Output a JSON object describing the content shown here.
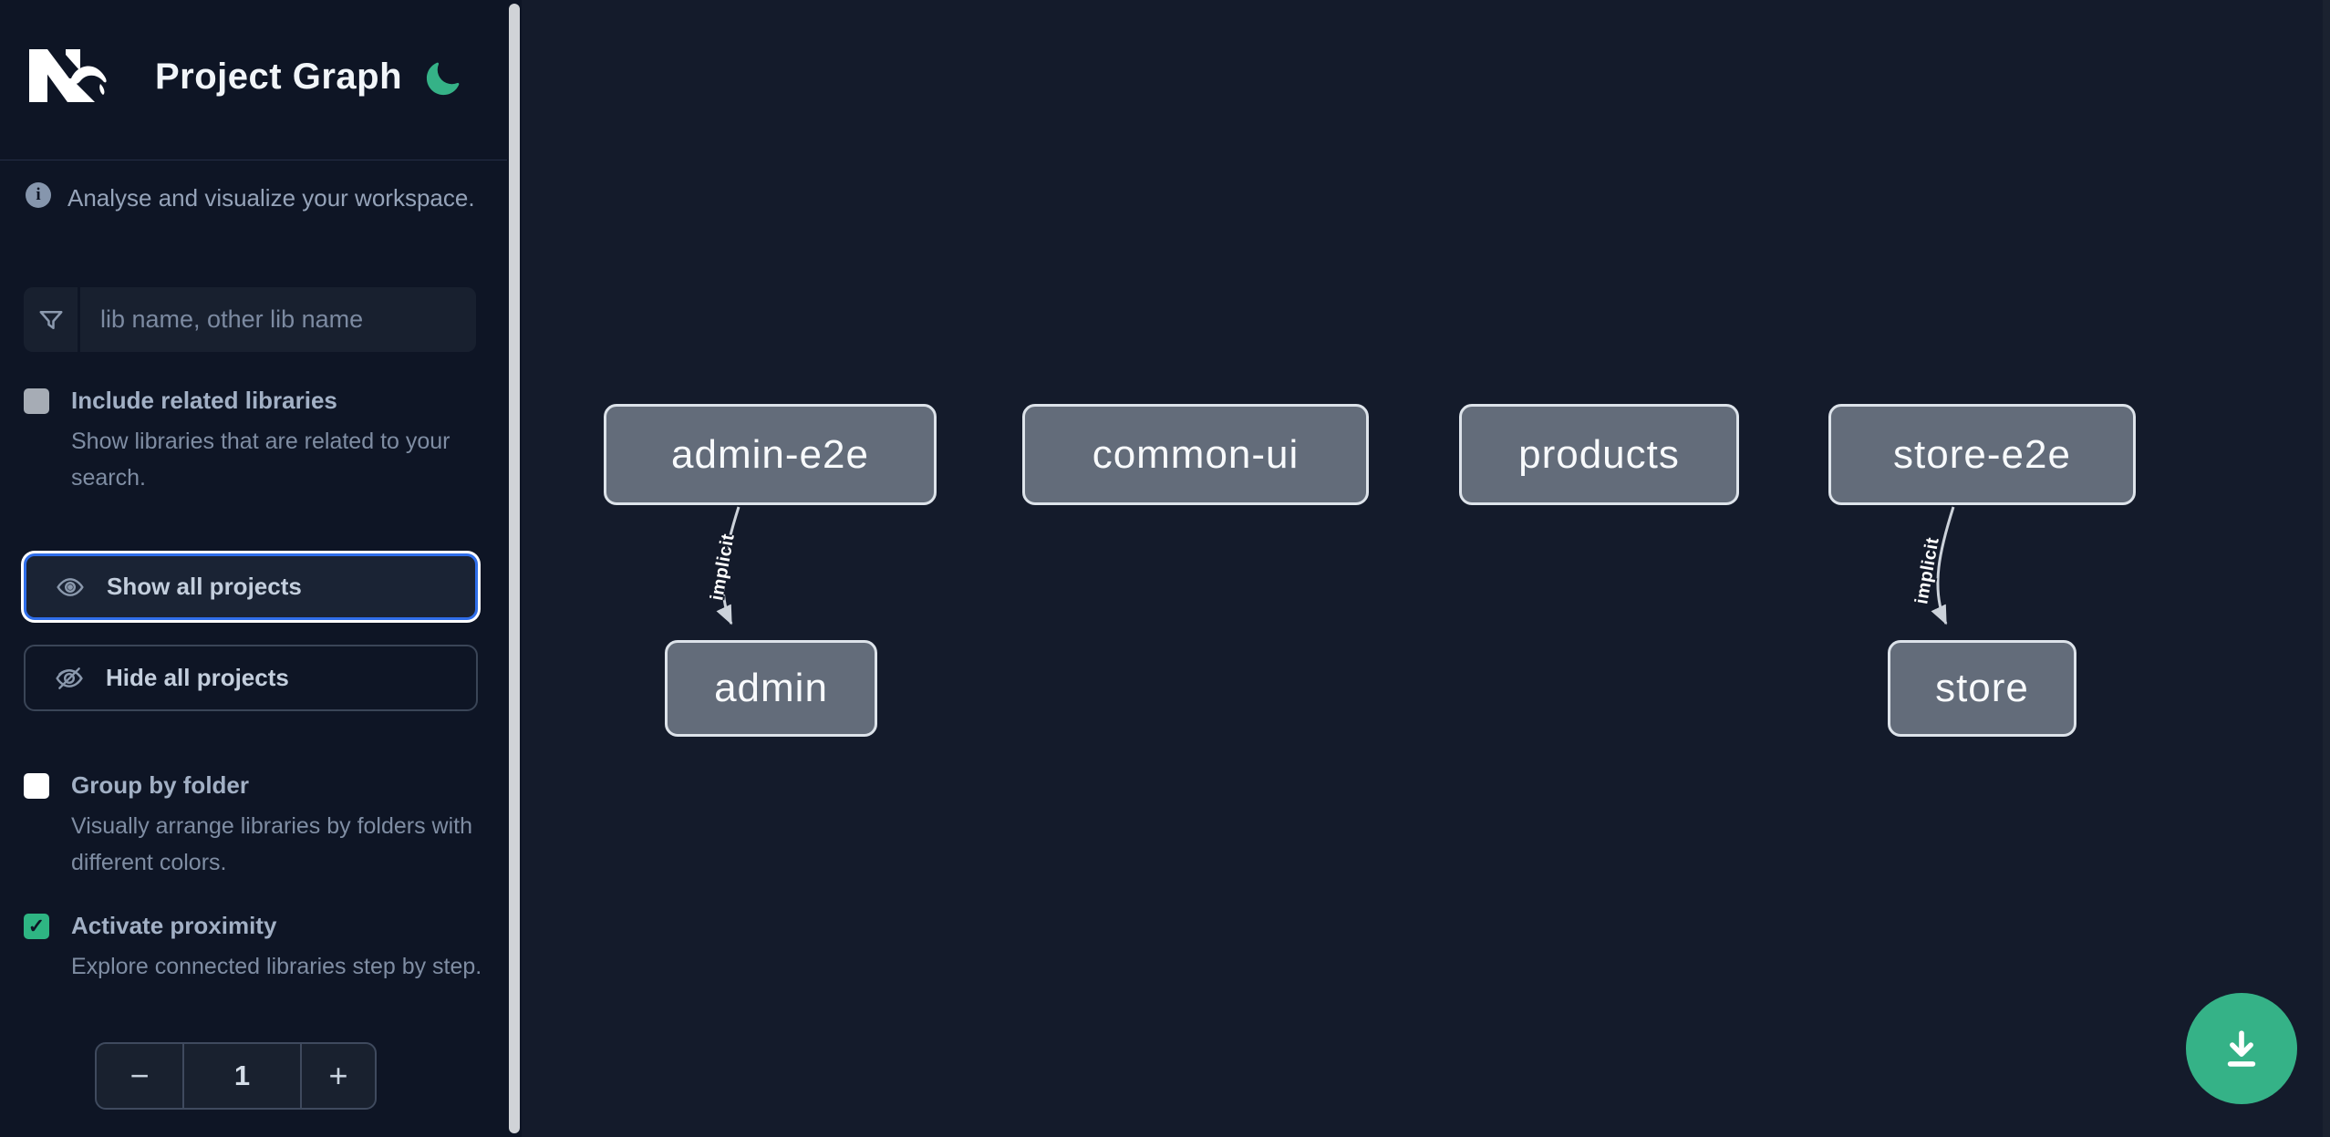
{
  "app": {
    "logo_text": "Nx",
    "title": "Project Graph",
    "subtitle": "Analyse and visualize your workspace."
  },
  "icons": {
    "info_glyph": "i",
    "check_glyph": "✓"
  },
  "search": {
    "placeholder": "lib name, other lib name",
    "value": ""
  },
  "options": [
    {
      "label": "Include related libraries",
      "description": "Show libraries that are related to your search.",
      "checked": false
    },
    {
      "label": "Group by folder",
      "description": "Visually arrange libraries by folders with different colors.",
      "checked": false
    },
    {
      "label": "Activate proximity",
      "description": "Explore connected libraries step by step.",
      "checked": true
    }
  ],
  "buttons": {
    "show_all": "Show all projects",
    "hide_all": "Hide all projects"
  },
  "proximity_stepper": {
    "decrement": "−",
    "value": "1",
    "increment": "+"
  },
  "graph": {
    "nodes": [
      {
        "label": "admin-e2e"
      },
      {
        "label": "common-ui"
      },
      {
        "label": "products"
      },
      {
        "label": "store-e2e"
      },
      {
        "label": "admin"
      },
      {
        "label": "store"
      }
    ],
    "edges": [
      {
        "source": "admin-e2e",
        "target": "admin",
        "label": "implicit"
      },
      {
        "source": "store-e2e",
        "target": "store",
        "label": "implicit"
      }
    ]
  },
  "colors": {
    "sidebar_bg": "#0e1525",
    "graph_bg": "#141b2b",
    "accent_green": "#35b287",
    "focus_blue": "#2f6eea",
    "node_fill": "#636c7a",
    "node_border": "#dde3ea",
    "edge_gray": "#ccd2da"
  }
}
